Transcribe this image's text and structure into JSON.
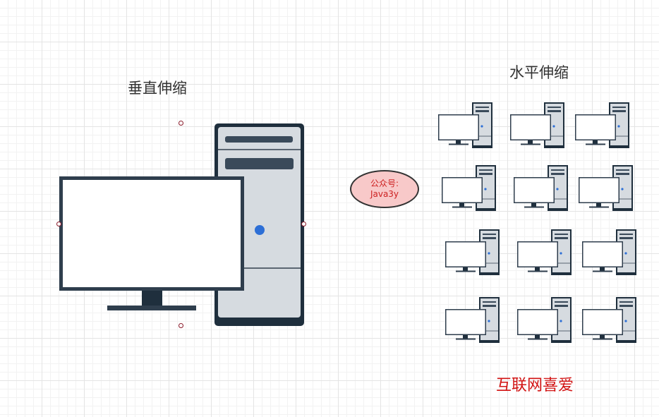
{
  "labels": {
    "vertical_scaling": "垂直伸缩",
    "horizontal_scaling": "水平伸缩",
    "bottom_text": "互联网喜爱"
  },
  "watermark": {
    "line1": "公众号:",
    "line2": "Java3y"
  },
  "colors": {
    "dark_frame": "#2f3e4d",
    "screen": "#ffffff",
    "tower_body": "#d6dbe0",
    "power_dot": "#2d6fd6",
    "bubble_fill": "#f8c9c9",
    "bubble_text": "#cc1f1f",
    "accent_red": "#d21313"
  },
  "icons": {
    "large_computer": "desktop-computer-icon",
    "small_computer": "desktop-computer-icon",
    "small_computer_count": 12
  }
}
